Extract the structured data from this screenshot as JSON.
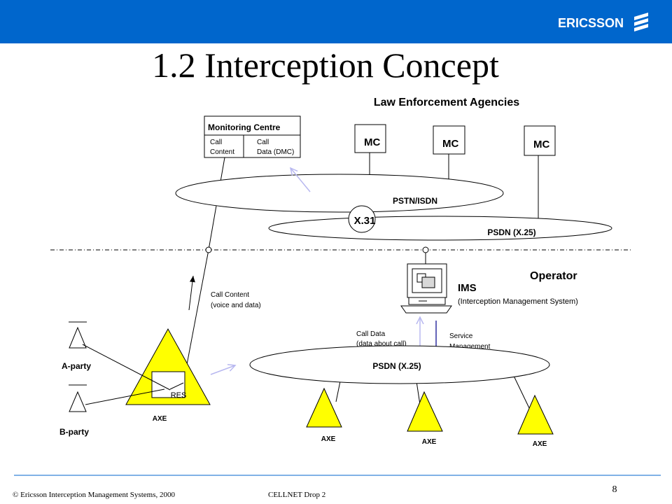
{
  "brand": {
    "name": "ERICSSON",
    "logo_icon": "ericsson-e-icon",
    "header_color": "#0066cc"
  },
  "slide": {
    "title": "1.2 Interception Concept",
    "page_number": "8"
  },
  "footer": {
    "copyright": "© Ericsson Interception Management Systems, 2000",
    "course": "CELLNET Drop 2"
  },
  "diagram": {
    "lea_heading": "Law Enforcement Agencies",
    "monitoring_centre": {
      "title": "Monitoring Centre",
      "content_label_1": "Call",
      "content_label_2": "Content",
      "data_label_1": "Call",
      "data_label_2": "Data (DMC)"
    },
    "mc_labels": [
      "MC",
      "MC",
      "MC"
    ],
    "pstn_label": "PSTN/ISDN",
    "x31_label": "X.31",
    "psdn_upper_label": "PSDN (X.25)",
    "operator_label": "Operator",
    "ims_label": "IMS",
    "ims_full": "(Interception Management System)",
    "call_content_1": "Call Content",
    "call_content_2": "(voice and data)",
    "call_data_1": "Call Data",
    "call_data_2": "(data about call)",
    "service_management_1": "Service",
    "service_management_2": "Management",
    "psdn_lower_label": "PSDN (X.25)",
    "a_party": "A-party",
    "b_party": "B-party",
    "res_label": "RES",
    "axe_labels": [
      "AXE",
      "AXE",
      "AXE",
      "AXE"
    ],
    "colors": {
      "triangle_fill": "#ffff00",
      "arrow_light": "#b8b8f0",
      "arrow_dark": "#3030a0"
    }
  }
}
